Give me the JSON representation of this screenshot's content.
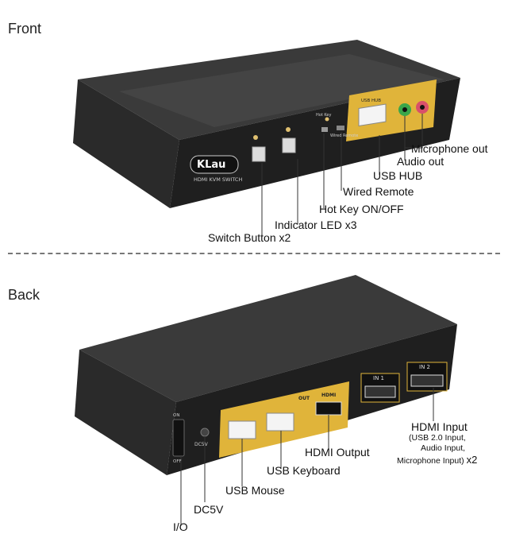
{
  "sections": {
    "front": "Front",
    "back": "Back"
  },
  "front_callouts": {
    "microphone_out": "Microphone out",
    "audio_out": "Audio out",
    "usb_hub": "USB HUB",
    "wired_remote": "Wired Remote",
    "hot_key": "Hot Key ON/OFF",
    "indicator_led": "Indicator LED",
    "indicator_led_qty": "x3",
    "switch_button": "Switch Button",
    "switch_button_qty": "x2"
  },
  "back_callouts": {
    "hdmi_input": "HDMI Input",
    "hdmi_input_note_1": "(USB 2.0 Input,",
    "hdmi_input_note_2": "Audio Input,",
    "hdmi_input_note_3": "Microphone Input)",
    "hdmi_input_qty": "x2",
    "hdmi_output": "HDMI Output",
    "usb_keyboard": "USB Keyboard",
    "usb_mouse": "USB Mouse",
    "dc5v": "DC5V",
    "io": "I/O"
  },
  "device_text": {
    "brand": "KLau",
    "product": "HDMI KVM SWITCH",
    "hot_key": "Hot Key",
    "wired_remote": "Wired Remote",
    "usb_hub_port": "USB HUB",
    "in1": "IN 1",
    "in2": "IN 2",
    "out": "OUT",
    "hdmi": "HDMI",
    "dc5v": "DC5V",
    "on": "ON",
    "off": "OFF"
  },
  "colors": {
    "device_body": "#2b2b2b",
    "device_top": "#3a3a3a",
    "panel_gold": "#e0b43a",
    "audio_green": "#3aa64a",
    "mic_pink": "#d8506a"
  }
}
